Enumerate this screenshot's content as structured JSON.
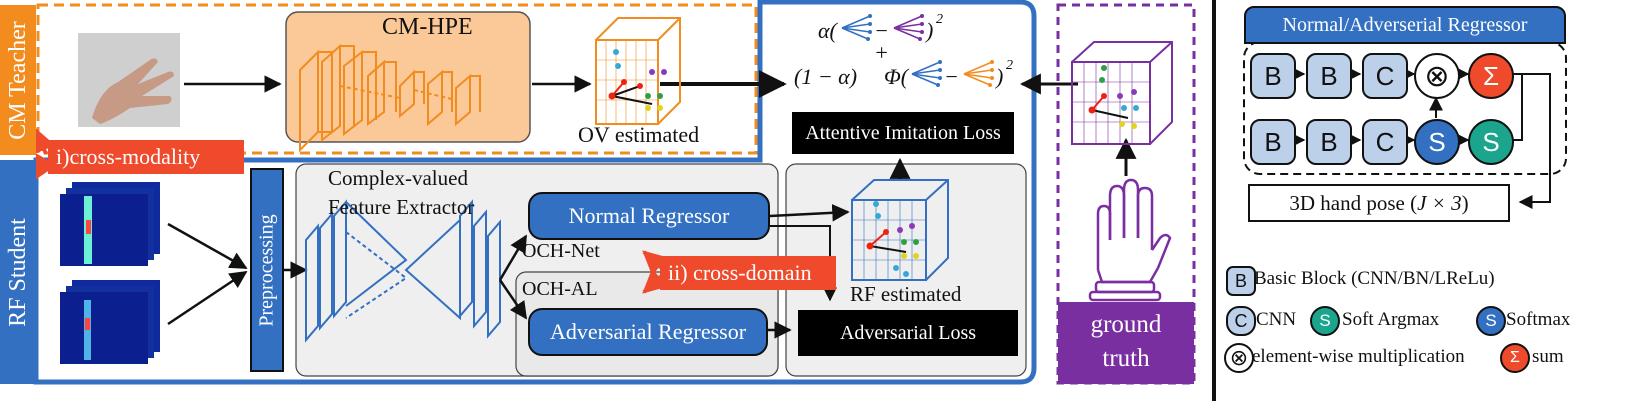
{
  "teacher": {
    "side_label": "CM Teacher",
    "hpe_label": "CM-HPE",
    "ov_label": "OV estimated"
  },
  "student": {
    "side_label": "RF Student",
    "preprocessing": "Preprocessing",
    "extractor_line1": "Complex-valued",
    "extractor_line2": "Feature Extractor",
    "normal_regressor": "Normal Regressor",
    "och_net": "OCH-Net",
    "och_al": "OCH-AL",
    "adversarial_regressor": "Adversarial Regressor",
    "rf_label": "RF estimated",
    "adversarial_loss": "Adversarial Loss"
  },
  "tags": {
    "cross_modality": "i)cross-modality",
    "cross_domain": "ii) cross-domain"
  },
  "loss": {
    "alpha": "α(",
    "minus": "−",
    "sq": ")",
    "sq_exp": "2",
    "plus": "+",
    "one_minus_alpha": "(1 − α)",
    "phi": "Φ(",
    "attentive_label": "Attentive Imitation Loss"
  },
  "ground_truth": {
    "line1": "ground",
    "line2": "truth"
  },
  "regressor_panel": {
    "title": "Normal/Adverserial Regressor",
    "b": "B",
    "c": "C",
    "s": "S",
    "sum": "Σ",
    "pose_label_prefix": "3D hand pose (",
    "pose_label_math": "J × 3",
    "pose_label_suffix": ")"
  },
  "legend": {
    "basic_block": "Basic Block (CNN/BN/LReLu)",
    "cnn": "CNN",
    "soft_argmax": "Soft Argmax",
    "softmax": "Softmax",
    "elementwise": "element-wise multiplication",
    "sum": "sum"
  },
  "colors": {
    "orange": "#f28c1f",
    "blue": "#3370c1",
    "purple": "#7a2fa0",
    "red": "#ee4a2b",
    "teal": "#1aa58c",
    "light_blue": "#bcd0ea",
    "gray_panel": "#efefef"
  }
}
